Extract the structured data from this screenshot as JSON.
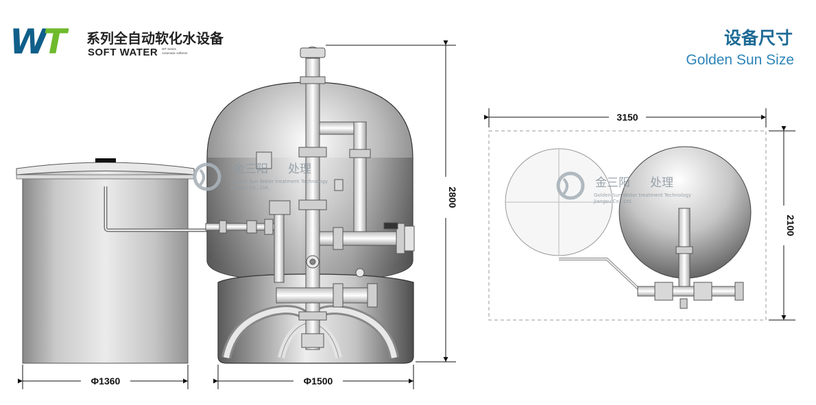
{
  "header": {
    "logo_letters": {
      "w": "W",
      "t": "T"
    },
    "product_name_cn": "系列全自动软化水设备",
    "product_name_en": "SOFT WATER",
    "series_line_1": "WT Series",
    "series_line_2": "Automatic softener",
    "colors": {
      "logo_w": "#0f5f8a",
      "logo_t": "#6fba2c"
    }
  },
  "title": {
    "cn": "设备尺寸",
    "en": "Golden Sun Size",
    "color": "#1d6b96"
  },
  "watermark": {
    "cn_part1": "金三阳",
    "cn_part2": "处理",
    "en_line1": "Golden Sun Water treatment Technology",
    "en_line2": "Jiangsu Co., Ltd."
  },
  "dimensions": {
    "brine_tank_diameter": "Φ1360",
    "softener_tank_diameter": "Φ1500",
    "front_height": "2800",
    "top_view_width": "3150",
    "top_view_depth": "2100"
  }
}
